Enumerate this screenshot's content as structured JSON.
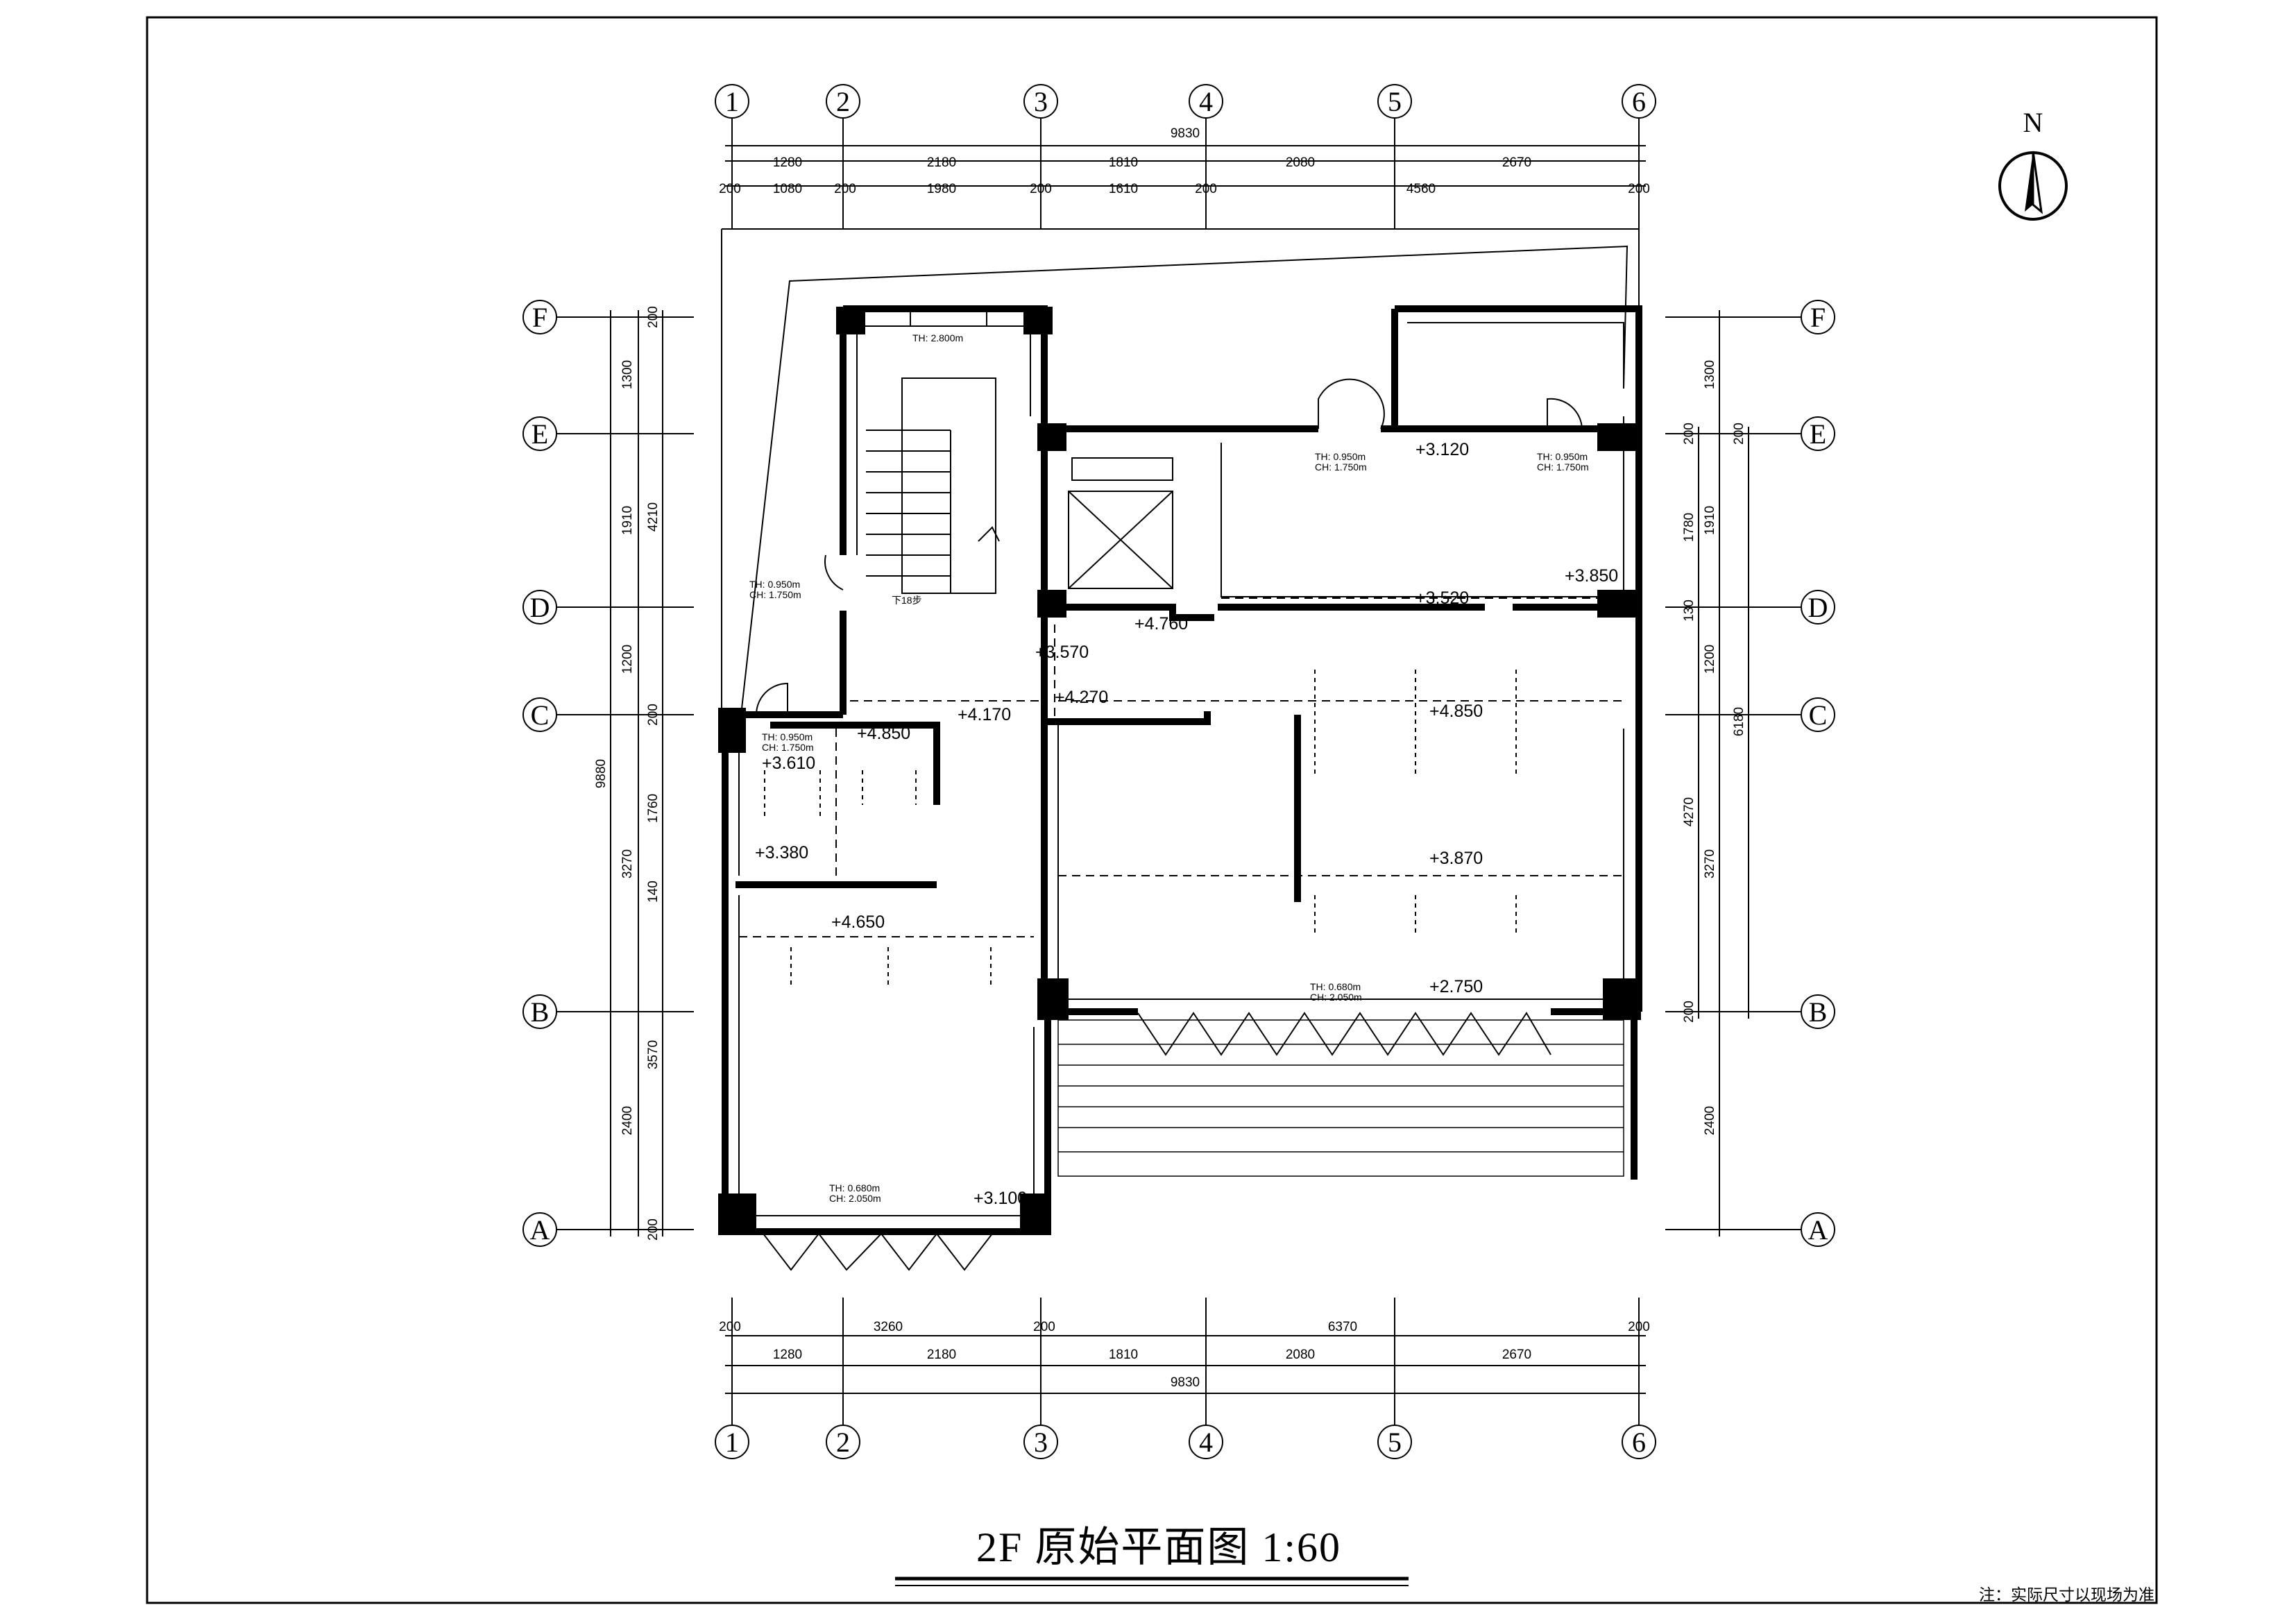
{
  "title": "2F  原始平面图  1:60",
  "remark": "注：实际尺寸以现场为准",
  "north": "N",
  "axes_h": [
    "1",
    "2",
    "3",
    "4",
    "5",
    "6"
  ],
  "axes_v": [
    "F",
    "E",
    "D",
    "C",
    "B",
    "A"
  ],
  "top_dims": {
    "total": "9830",
    "row1": [
      "1280",
      "2180",
      "1810",
      "2080",
      "2670"
    ],
    "row2": [
      "200",
      "1080",
      "200",
      "1980",
      "200",
      "1610",
      "200",
      "4560",
      "200"
    ]
  },
  "bottom_dims": {
    "total": "9830",
    "row1": [
      "200",
      "3260",
      "200",
      "6370",
      "200"
    ],
    "row2": [
      "1280",
      "2180",
      "1810",
      "2080",
      "2670"
    ]
  },
  "left_dims": {
    "total": "9880",
    "col_outer": [
      "1300",
      "1910",
      "1200",
      "3270",
      "2400"
    ],
    "col_mid": [
      "4210",
      "1760",
      "3570"
    ],
    "col_inner": [
      "200",
      "200",
      "140",
      "200"
    ]
  },
  "right_dims": {
    "col_outer": [
      "1300",
      "1910",
      "1200",
      "3270",
      "2400"
    ],
    "col_inner": [
      "200",
      "1780",
      "130",
      "4270",
      "200"
    ],
    "col_side": [
      "200",
      "6180"
    ]
  },
  "elevations": [
    "+3.120",
    "+3.850",
    "+3.520",
    "+4.760",
    "+3.570",
    "+4.270",
    "+4.170",
    "+4.850",
    "+3.610",
    "+4.850",
    "+3.380",
    "+3.870",
    "+4.650",
    "+2.750",
    "+3.100"
  ],
  "window_notes": [
    {
      "th": "TH: 2.800m",
      "ch": ""
    },
    {
      "th": "TH: 0.950m",
      "ch": "CH: 1.750m"
    },
    {
      "th": "TH: 0.950m",
      "ch": "CH: 1.750m"
    },
    {
      "th": "TH: 0.950m",
      "ch": "CH: 1.750m"
    },
    {
      "th": "TH: 0.950m",
      "ch": "CH: 1.750m"
    },
    {
      "th": "TH: 0.680m",
      "ch": "CH: 2.050m"
    },
    {
      "th": "TH: 0.680m",
      "ch": "CH: 2.050m"
    }
  ],
  "stair_label": "下18步"
}
